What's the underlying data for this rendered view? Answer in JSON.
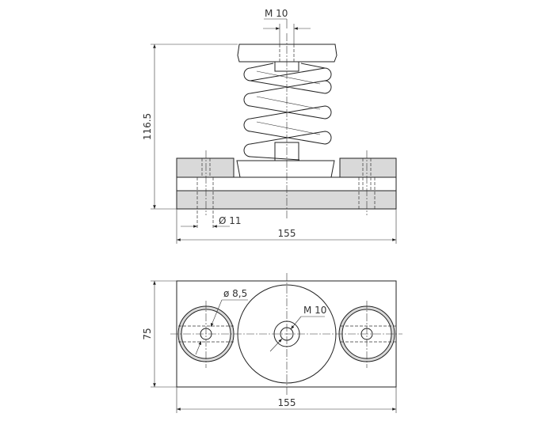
{
  "side_view": {
    "thread_label": "M 10",
    "height_label": "116.5",
    "hole_label": "Ø 11",
    "width_label": "155"
  },
  "top_view": {
    "hole_label": "ø 8,5",
    "thread_label": "M 10",
    "depth_label": "75",
    "width_label": "155"
  }
}
